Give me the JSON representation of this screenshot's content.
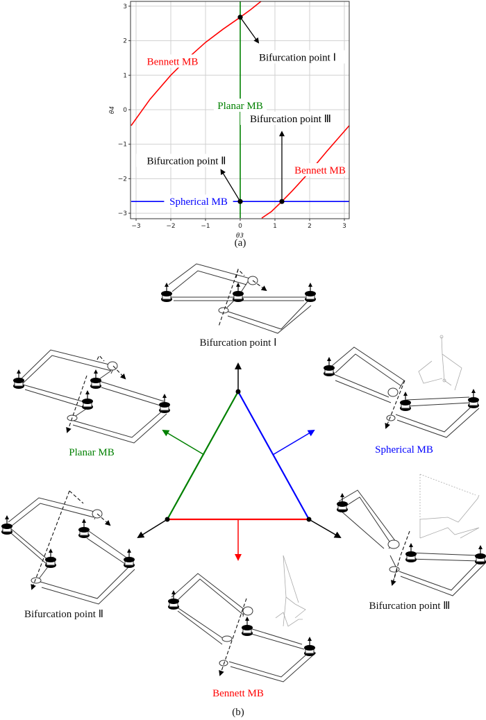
{
  "figure": {
    "panel_a_caption": "(a)",
    "panel_b_caption": "(b)"
  },
  "chart_data": {
    "type": "line",
    "title": "",
    "xlabel": "θ3",
    "ylabel": "θ4",
    "xlim": [
      -3.1416,
      3.1416
    ],
    "ylim": [
      -3.1416,
      3.1416
    ],
    "xticks": [
      -3,
      -2,
      -1,
      0,
      1,
      2,
      3
    ],
    "yticks": [
      -3,
      -2,
      -1,
      0,
      1,
      2,
      3
    ],
    "xtick_labels": [
      "−3",
      "−2",
      "−1",
      "0",
      "1",
      "2",
      "3"
    ],
    "ytick_labels": [
      "−3",
      "−2",
      "−1",
      "0",
      "1",
      "2",
      "3"
    ],
    "grid": true,
    "series": [
      {
        "name": "Bennett MB",
        "color": "#ff0000",
        "segments": [
          {
            "x": [
              -3.1416,
              -2.6,
              -2.0,
              -1.5,
              -1.0,
              -0.5,
              0.0,
              0.3,
              0.6
            ],
            "y": [
              -0.46,
              0.3,
              1.0,
              1.5,
              1.95,
              2.33,
              2.68,
              2.9,
              3.1416
            ]
          },
          {
            "x": [
              0.62,
              0.9,
              1.2,
              1.5,
              2.0,
              2.5,
              3.1416
            ],
            "y": [
              -3.1416,
              -2.95,
              -2.66,
              -2.35,
              -1.8,
              -1.2,
              -0.46
            ]
          }
        ],
        "label_positions": [
          {
            "x": -1.95,
            "y": 1.4
          },
          {
            "x": 2.3,
            "y": -1.75
          }
        ]
      },
      {
        "name": "Planar MB",
        "color": "#008000",
        "segments": [
          {
            "x": [
              0,
              0
            ],
            "y": [
              -3.1416,
              3.1416
            ]
          }
        ],
        "label_positions": [
          {
            "x": 0,
            "y": 0.12
          }
        ]
      },
      {
        "name": "Spherical MB",
        "color": "#0000ff",
        "segments": [
          {
            "x": [
              -3.1416,
              3.1416
            ],
            "y": [
              -2.66,
              -2.66
            ]
          }
        ],
        "label_positions": [
          {
            "x": -1.2,
            "y": -2.66
          }
        ]
      }
    ],
    "points": [
      {
        "name": "Bifurcation point Ⅰ",
        "x": 0,
        "y": 2.68,
        "arrow_to": {
          "x": 0.52,
          "y": 1.95
        },
        "label_at": {
          "x": 1.65,
          "y": 1.5
        }
      },
      {
        "name": "Bifurcation point Ⅱ",
        "x": 0,
        "y": -2.66,
        "arrow_to": {
          "x": -0.55,
          "y": -1.75
        },
        "label_at": {
          "x": -1.55,
          "y": -1.5
        }
      },
      {
        "name": "Bifurcation point Ⅲ",
        "x": 1.2,
        "y": -2.66,
        "arrow_to": {
          "x": 1.2,
          "y": -0.65
        },
        "label_at": {
          "x": 1.45,
          "y": -0.28
        }
      }
    ]
  },
  "diagram": {
    "triangle": {
      "edges": [
        {
          "name": "Planar MB",
          "color": "#008000",
          "side": "left"
        },
        {
          "name": "Spherical MB",
          "color": "#0000ff",
          "side": "right"
        },
        {
          "name": "Bennett MB",
          "color": "#ff0000",
          "side": "bottom"
        }
      ],
      "vertices": [
        {
          "name": "Bifurcation point Ⅰ",
          "position": "top"
        },
        {
          "name": "Bifurcation point Ⅱ",
          "position": "bottom-left"
        },
        {
          "name": "Bifurcation point Ⅲ",
          "position": "bottom-right"
        }
      ]
    },
    "labels": {
      "bif1": "Bifurcation point Ⅰ",
      "bif2": "Bifurcation point Ⅱ",
      "bif3": "Bifurcation point Ⅲ",
      "planar": "Planar MB",
      "spherical": "Spherical MB",
      "bennett": "Bennett MB"
    },
    "colors": {
      "planar": "#008000",
      "spherical": "#0000ff",
      "bennett": "#ff0000",
      "bifurcation": "#000000"
    }
  }
}
